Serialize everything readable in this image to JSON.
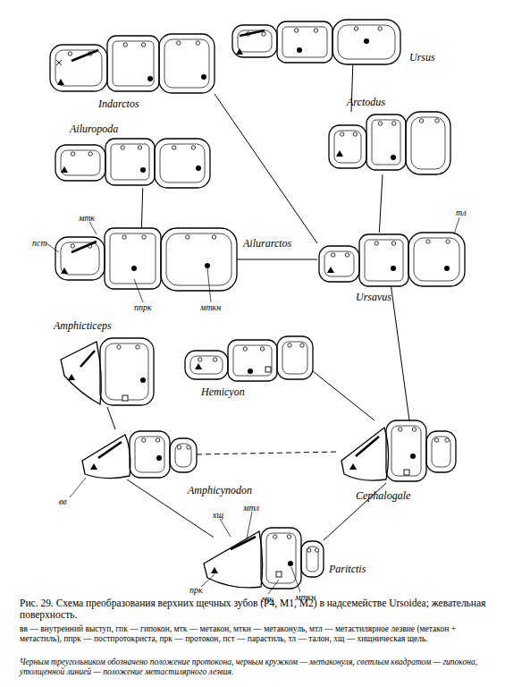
{
  "diagram": {
    "caption": "Рис. 29. Схема преобразования верхних щечных зубов (P4, M1, M2) в надсемействе Ursoidea; жевательная поверхность.",
    "nodes": [
      {
        "text": [
          "Indarctos"
        ]
      },
      {
        "text": [
          "Ursus"
        ]
      },
      {
        "text": [
          "Arctodus"
        ]
      },
      {
        "text": [
          "Ailuropoda"
        ]
      },
      {
        "text": [
          "Ailurarctos"
        ]
      },
      {
        "text": [
          "Ursavus"
        ]
      },
      {
        "text": [
          "Amphicticeps"
        ]
      },
      {
        "text": [
          "Hemicyon"
        ]
      },
      {
        "text": [
          "Amphicynodon"
        ]
      },
      {
        "text": [
          "Cephalogale"
        ]
      },
      {
        "text": [
          "Paritctis"
        ]
      }
    ],
    "edges": [
      {
        "from": 0,
        "to": 5,
        "arrow": "none"
      },
      {
        "from": 1,
        "to": 2,
        "arrow": "none"
      },
      {
        "from": 2,
        "to": 5,
        "arrow": "none"
      },
      {
        "from": 3,
        "to": 4,
        "arrow": "none"
      },
      {
        "from": 4,
        "to": 5,
        "arrow": "none"
      },
      {
        "from": 5,
        "to": 9,
        "arrow": "none"
      },
      {
        "from": 7,
        "to": 9,
        "arrow": "none"
      },
      {
        "from": 6,
        "to": 8,
        "arrow": "none"
      },
      {
        "from": 8,
        "to": 9,
        "arrow": "none"
      },
      {
        "from": 8,
        "to": 10,
        "arrow": "none"
      },
      {
        "from": 10,
        "to": 9,
        "arrow": "none"
      }
    ],
    "labels": [
      "мтк",
      "пст",
      "ппрк",
      "мткн",
      "тл",
      "вв",
      "хщ",
      "мтл",
      "прк",
      "гпк",
      "мткн",
      "вв — внутренний выступ, гпк — гипокон, мтк — метакон, мткн — метаконуль, мтл — метастилярное лезвие (метакон + метастиль), ппрк — постпротокриста, прк — протокон, пст — парастиль, тл — талон, хщ — хищническая щель.",
      "Черным треугольником обозначено положение протокона, черным кружком — метаконуля, светлым квадратом — гипокона, утолщенной линией — положение метастилярного лезвия."
    ]
  }
}
